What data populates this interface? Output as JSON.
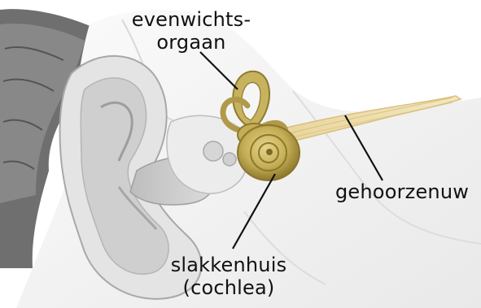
{
  "labels": {
    "vestibular_line1": "evenwichts-",
    "vestibular_line2": "orgaan",
    "nerve": "gehoorzenuw",
    "cochlea_line1": "slakkenhuis",
    "cochlea_line2": "(cochlea)"
  },
  "colors": {
    "skin_light": "#f2f2f2",
    "skin_mid": "#d9d9d9",
    "skin_dark": "#9c9c9c",
    "hair": "#7d7d7d",
    "organ": "#c9b35c",
    "organ_dark": "#8f7a2f",
    "nerve": "#ead7a2",
    "leader": "#111111"
  }
}
